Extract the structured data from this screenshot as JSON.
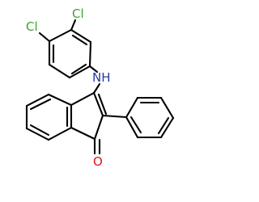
{
  "molecule": {
    "atom_labels": {
      "cl_top": "Cl",
      "cl_left": "Cl",
      "nh": "NH",
      "oxygen": "O"
    },
    "colors": {
      "bond": "#000000",
      "chlorine": "#39a52b",
      "nitrogen": "#2a36a8",
      "oxygen": "#e0101a"
    }
  }
}
